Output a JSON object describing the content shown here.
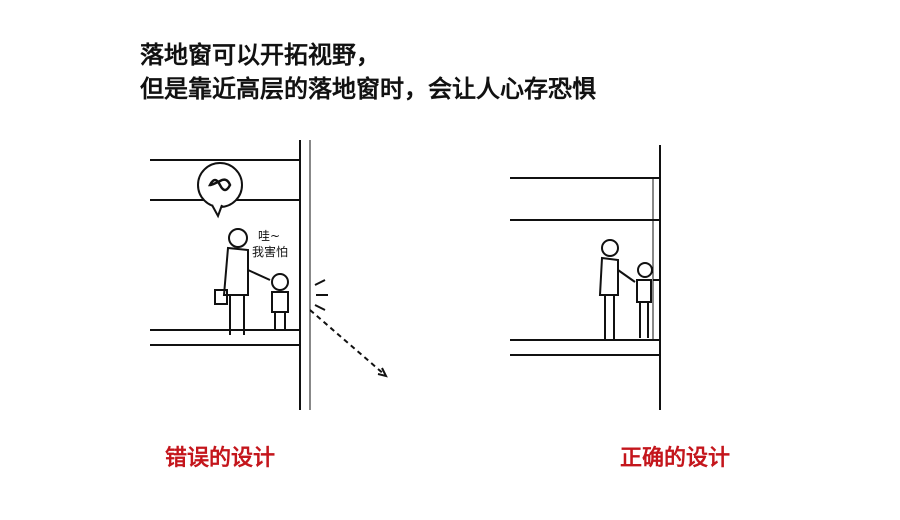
{
  "title": {
    "line1": "落地窗可以开拓视野，",
    "line2": "但是靠近高层的落地窗时，会让人心存恐惧"
  },
  "panels": {
    "wrong": {
      "caption": "错误的设计",
      "speech_line1": "哇~",
      "speech_line2": "我害怕"
    },
    "right": {
      "caption": "正确的设计"
    }
  },
  "colors": {
    "caption": "#c4161c",
    "ink": "#111111"
  }
}
